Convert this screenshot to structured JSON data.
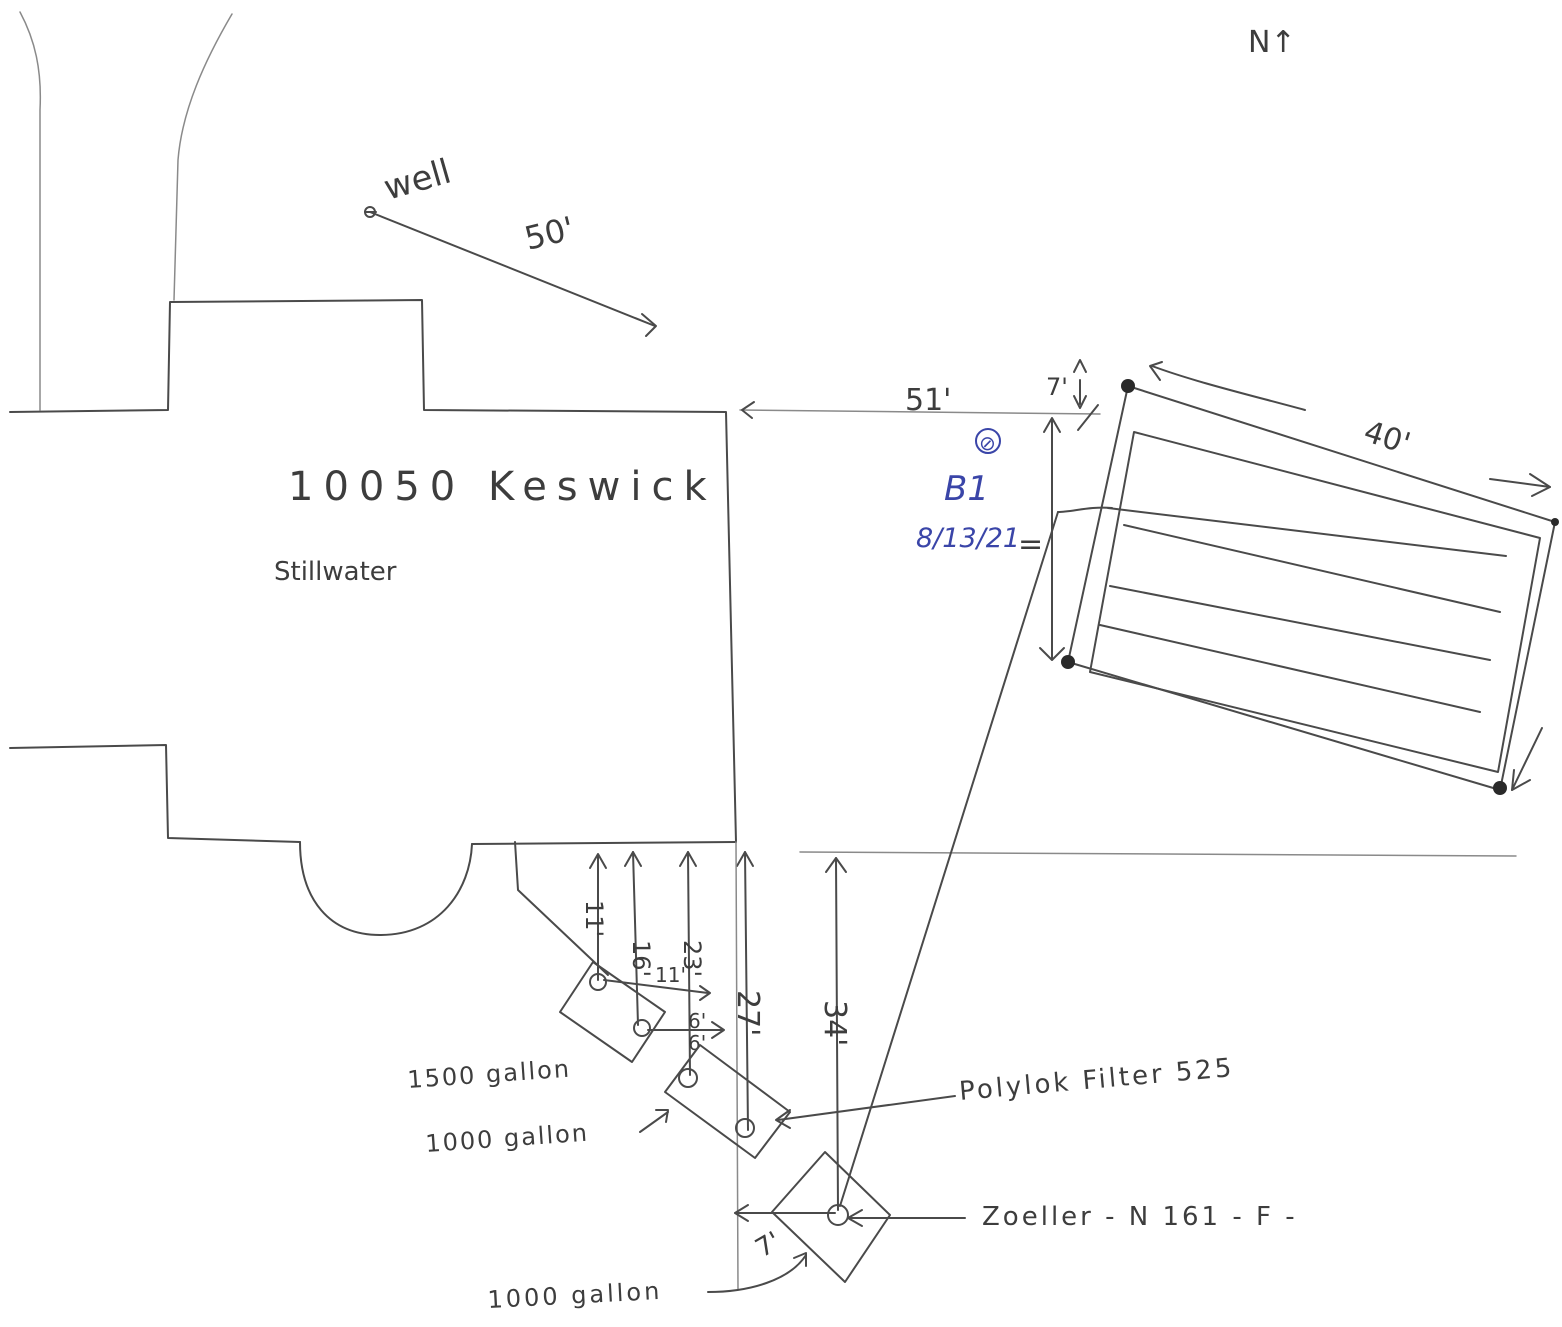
{
  "north": "N↑",
  "well": {
    "label": "well",
    "distance": "50'"
  },
  "house": {
    "address": "10050 Keswick",
    "city": "Stillwater"
  },
  "drainfield": {
    "distance_from_house": "51'",
    "offset": "7'",
    "length": "40'",
    "boring": {
      "symbol": "⊘",
      "id": "B1",
      "date": "8/13/21",
      "marks": "="
    }
  },
  "dimensions": {
    "d1": "11'",
    "d2": "16'",
    "d3": "23'",
    "d4": "27'",
    "d5": "34'",
    "d6": "11'",
    "d7": "6'",
    "d8": "6'",
    "d9": "7'"
  },
  "tanks": [
    {
      "label": "1500 gallon"
    },
    {
      "label": "1000 gallon"
    },
    {
      "label": "1000 gallon"
    }
  ],
  "callouts": {
    "filter": "Polylok Filter 525",
    "pump": "Zoeller - N 161 - F -"
  },
  "colors": {
    "pencil": "#4a4a4a",
    "blue_ink": "#3a45a8"
  }
}
